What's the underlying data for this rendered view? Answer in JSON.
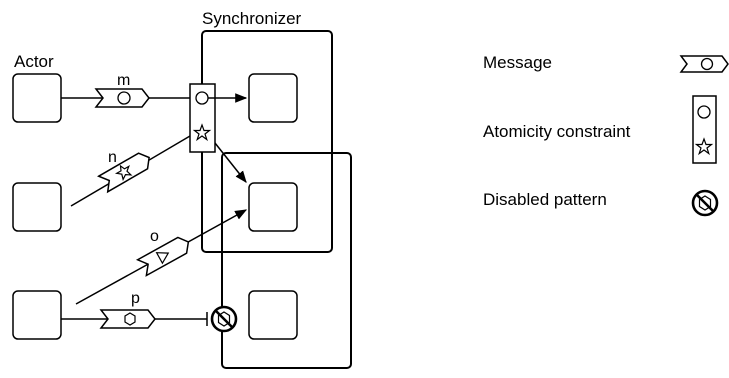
{
  "diagram": {
    "synchronizer_label": "Synchronizer",
    "actor_label": "Actor",
    "messages": [
      {
        "name": "m",
        "symbol": "circle"
      },
      {
        "name": "n",
        "symbol": "star"
      },
      {
        "name": "o",
        "symbol": "triangle"
      },
      {
        "name": "p",
        "symbol": "hexagon"
      }
    ]
  },
  "legend": {
    "message": "Message",
    "atomicity": "Atomicity constraint",
    "disabled": "Disabled pattern"
  }
}
